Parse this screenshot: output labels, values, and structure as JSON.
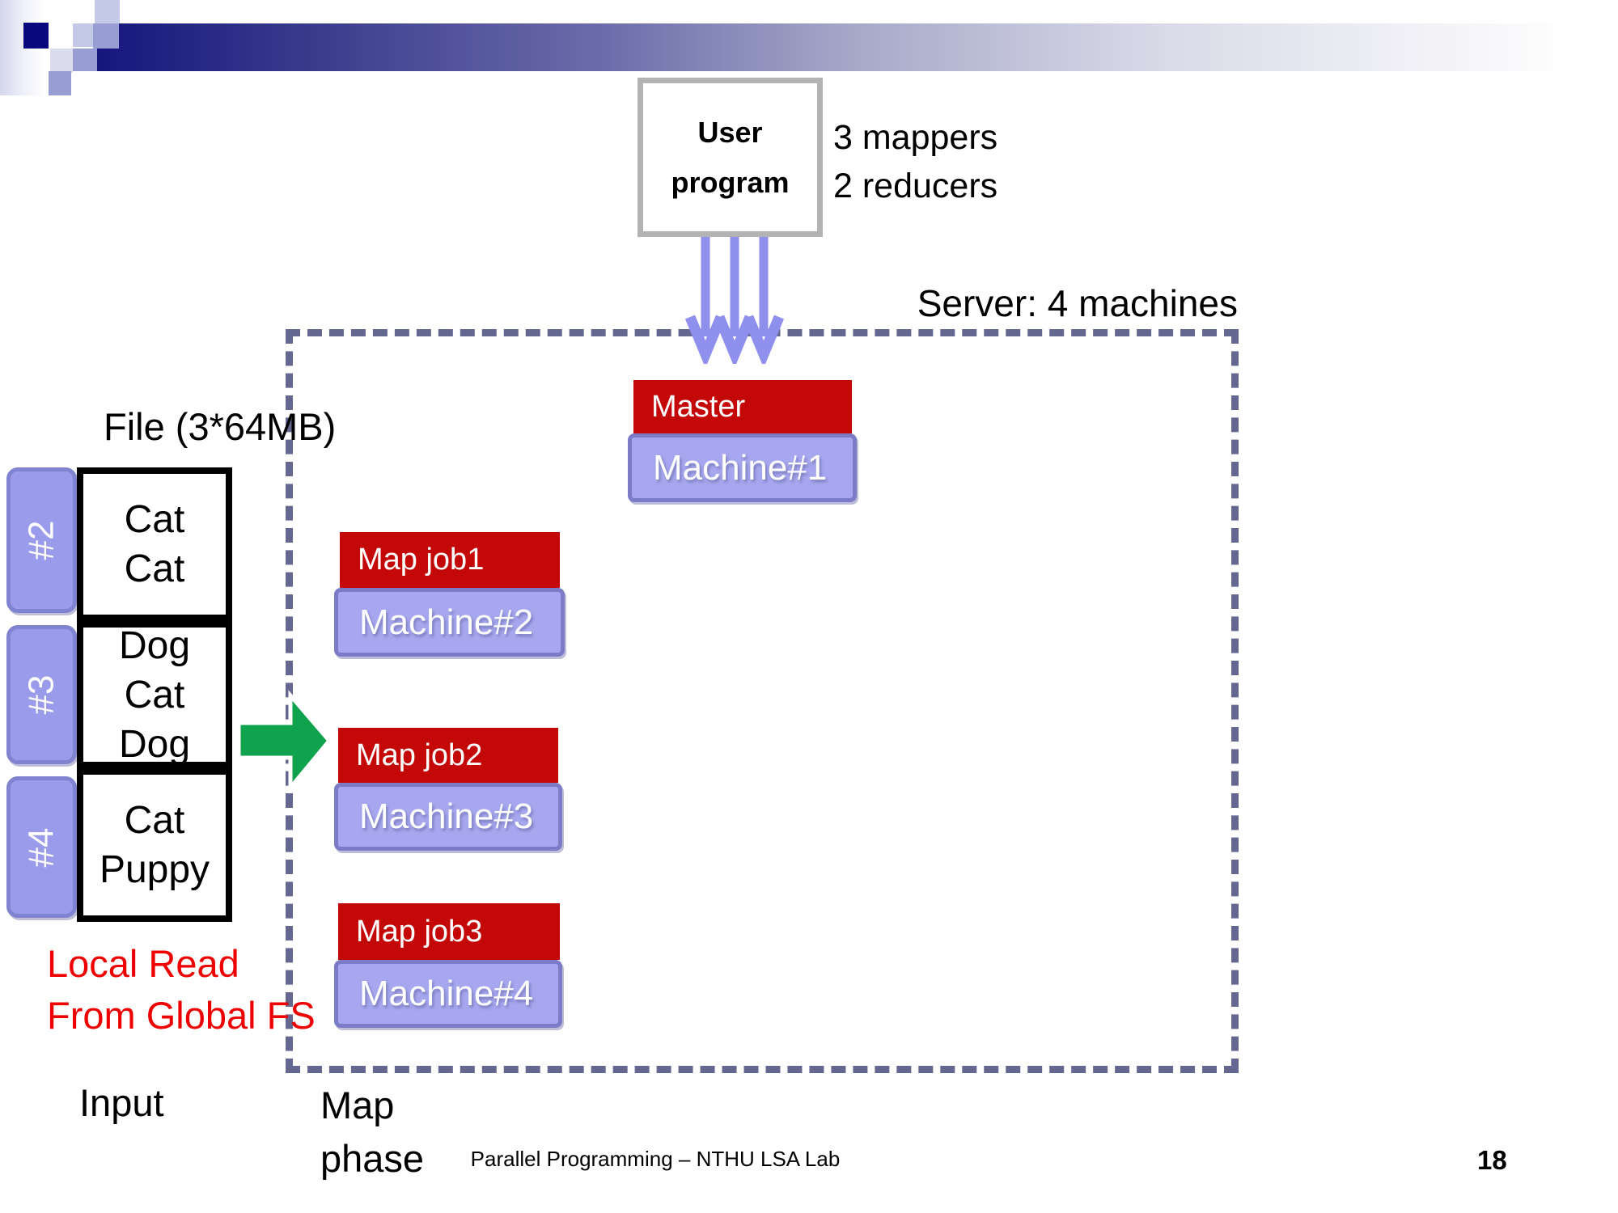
{
  "colors": {
    "job-red": "#c40808",
    "machine-fill": "#a7a7ef",
    "machine-border": "#7b7bc8",
    "flow-arrow-blue": "#8f8fee",
    "read-arrow-green": "#10a34e",
    "server-dash": "#646890",
    "note-red": "#ee0000",
    "banner-navy": "#0a0a7e"
  },
  "user_program": {
    "label": "User\nprogram"
  },
  "labels": {
    "mappers": "3 mappers",
    "reducers": "2 reducers",
    "server": "Server: 4 machines",
    "file_title": "File (3*64MB)",
    "local_read": "Local Read\nFrom Global FS",
    "input": "Input",
    "map_phase": "Map\nphase"
  },
  "cluster": {
    "master": {
      "job": "Master",
      "machine": "Machine#1"
    },
    "map_jobs": [
      {
        "job": "Map job1",
        "machine": "Machine#2"
      },
      {
        "job": "Map job2",
        "machine": "Machine#3"
      },
      {
        "job": "Map job3",
        "machine": "Machine#4"
      }
    ]
  },
  "file": {
    "blocks": [
      {
        "tab": "#2",
        "content": "Cat\nCat"
      },
      {
        "tab": "#3",
        "content": "Dog\nCat\nDog"
      },
      {
        "tab": "#4",
        "content": "Cat\nPuppy"
      }
    ]
  },
  "footer": {
    "text": "Parallel Programming – NTHU LSA Lab",
    "page": "18"
  }
}
